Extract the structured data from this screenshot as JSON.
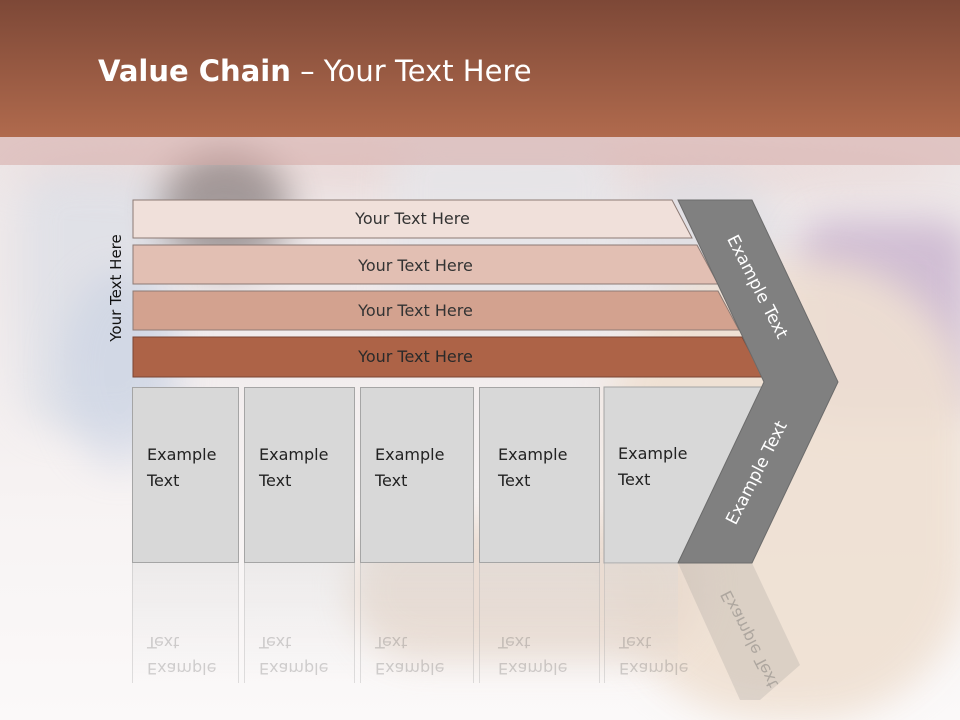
{
  "slide": {
    "title_bold": "Value Chain",
    "title_rest": " – Your Text Here",
    "vertical_label": "Your Text Here",
    "rows": [
      {
        "label": "Your Text Here",
        "color": "#f0e0da"
      },
      {
        "label": "Your Text Here",
        "color": "#e2bfb3"
      },
      {
        "label": "Your Text Here",
        "color": "#d3a28f"
      },
      {
        "label": "Your Text Here",
        "color": "#ad6347"
      }
    ],
    "cells": [
      {
        "label": "Example Text"
      },
      {
        "label": "Example Text"
      },
      {
        "label": "Example Text"
      },
      {
        "label": "Example Text"
      },
      {
        "label": "Example Text"
      }
    ],
    "chevron_top_text": "Example Text",
    "chevron_bottom_text": "Example Text",
    "chevron_color": "#808080",
    "header_color": "#a35f45"
  }
}
